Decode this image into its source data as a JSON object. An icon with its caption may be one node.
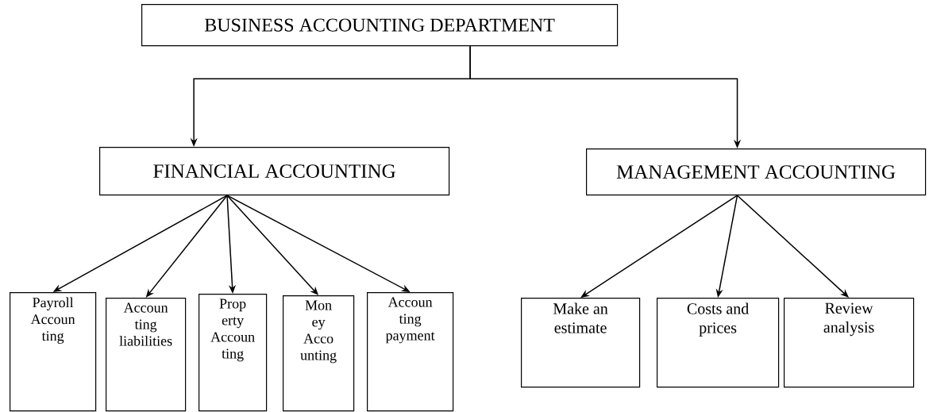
{
  "diagram": {
    "nodes": [
      {
        "text": [
          "BUSINESS ACCOUNTING DEPARTMENT"
        ]
      },
      {
        "text": [
          "FINANCIAL ACCOUNTING"
        ]
      },
      {
        "text": [
          "MANAGEMENT ACCOUNTING"
        ]
      },
      {
        "text": [
          "Payroll Accoun ting"
        ]
      },
      {
        "text": [
          "Accoun ting liabilities"
        ]
      },
      {
        "text": [
          "Prop erty Accoun ting"
        ]
      },
      {
        "text": [
          "Mon ey Acco unting"
        ]
      },
      {
        "text": [
          "Accoun ting payment"
        ]
      },
      {
        "text": [
          "Make an estimate"
        ]
      },
      {
        "text": [
          "Costs and prices"
        ]
      },
      {
        "text": [
          "Review analysis"
        ]
      }
    ],
    "edges": [
      {
        "from": 0,
        "to": 1,
        "arrow": "to"
      },
      {
        "from": 0,
        "to": 2,
        "arrow": "to"
      },
      {
        "from": 1,
        "to": 3,
        "arrow": "to"
      },
      {
        "from": 1,
        "to": 4,
        "arrow": "to"
      },
      {
        "from": 1,
        "to": 5,
        "arrow": "to"
      },
      {
        "from": 1,
        "to": 6,
        "arrow": "to"
      },
      {
        "from": 1,
        "to": 7,
        "arrow": "to"
      },
      {
        "from": 2,
        "to": 8,
        "arrow": "to"
      },
      {
        "from": 2,
        "to": 9,
        "arrow": "to"
      },
      {
        "from": 2,
        "to": 10,
        "arrow": "to"
      }
    ]
  }
}
